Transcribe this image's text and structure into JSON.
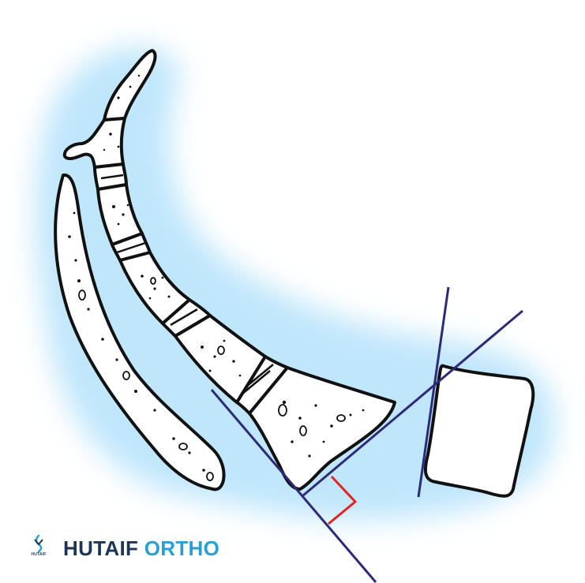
{
  "brand": {
    "logo_text": "HUTAIF",
    "name_part1": "HUTAIF",
    "name_part2": "ORTHO"
  },
  "colors": {
    "halo": "#bfe6fb",
    "bone_outline": "#111111",
    "construction_lines": "#2e2a7a",
    "right_angle_marker": "#e02424",
    "brand_dark": "#1d3557",
    "brand_light": "#2a9fd6"
  }
}
